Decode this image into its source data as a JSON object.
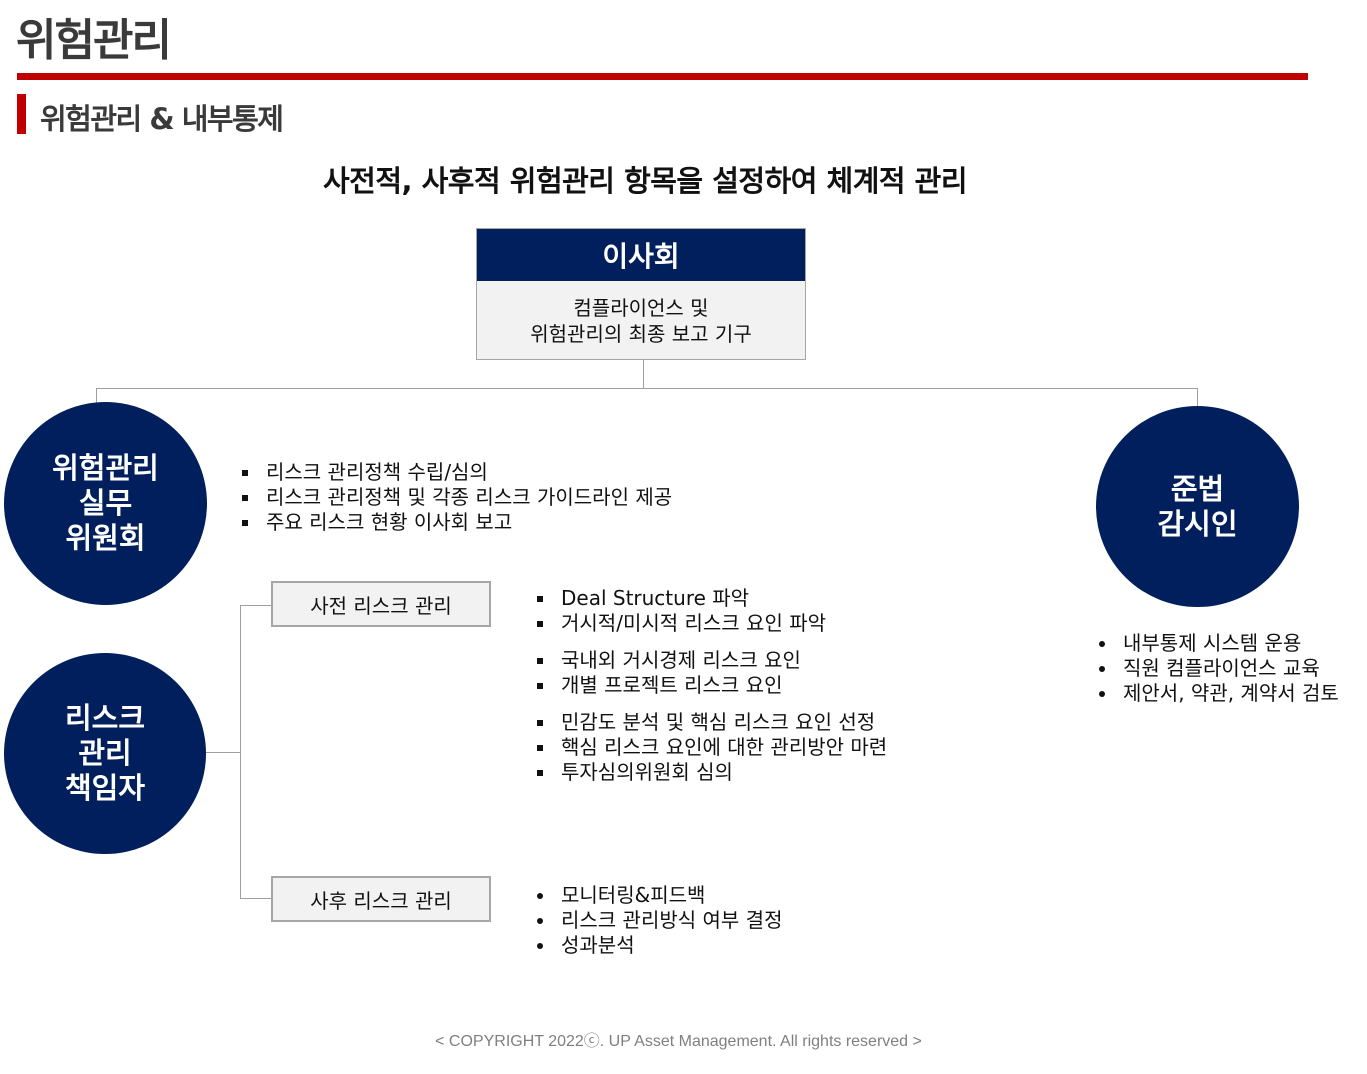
{
  "page_title": "위험관리",
  "section_title": "위험관리 & 내부통제",
  "headline": "사전적, 사후적 위험관리 항목을 설정하여 체계적 관리",
  "colors": {
    "navy": "#001f5c",
    "accent_red": "#c00000",
    "box_fill": "#f2f2f2",
    "box_border": "#a6a6a6",
    "connector": "#9e9e9e"
  },
  "board": {
    "title": "이사회",
    "desc_line1": "컴플라이언스 및",
    "desc_line2": "위험관리의 최종 보고 기구"
  },
  "committee": {
    "line1": "위험관리",
    "line2": "실무",
    "line3": "위원회",
    "items": [
      "리스크 관리정책 수립/심의",
      "리스크 관리정책 및 각종 리스크 가이드라인 제공",
      "주요 리스크 현황 이사회 보고"
    ]
  },
  "compliance": {
    "line1": "준법",
    "line2": "감시인",
    "items": [
      "내부통제 시스템 운용",
      "직원 컴플라이언스 교육",
      "제안서, 약관, 계약서 검토"
    ]
  },
  "risk_officer": {
    "line1": "리스크",
    "line2": "관리",
    "line3": "책임자"
  },
  "pre_risk": {
    "label": "사전 리스크 관리",
    "group1": [
      "Deal Structure 파악",
      "거시적/미시적 리스크 요인 파악"
    ],
    "group2": [
      "국내외 거시경제 리스크 요인",
      "개별 프로젝트 리스크 요인"
    ],
    "group3": [
      "민감도 분석 및 핵심 리스크 요인 선정",
      "핵심 리스크 요인에 대한 관리방안 마련",
      "투자심의위원회 심의"
    ]
  },
  "post_risk": {
    "label": "사후 리스크 관리",
    "items": [
      "모니터링&피드백",
      "리스크 관리방식 여부 결정",
      "성과분석"
    ]
  },
  "footer": "< COPYRIGHT 2022ⓒ. UP Asset Management. All rights reserved >"
}
